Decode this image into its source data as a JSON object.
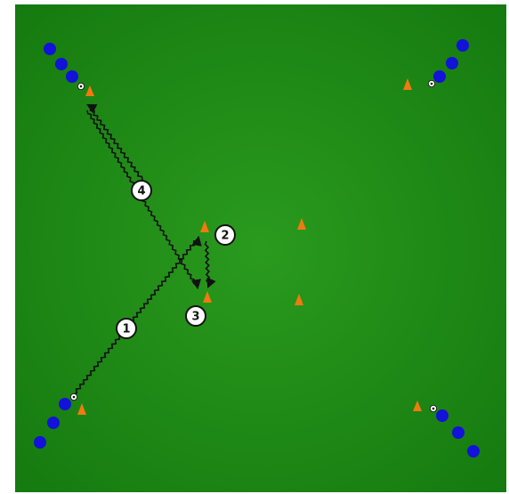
{
  "drill": {
    "colors": {
      "pitch_center": "#2a9a1e",
      "pitch_edge": "#157a0f",
      "player": "#1212d8",
      "cone": "#f07a10",
      "path": "#111111",
      "marker_fill": "#ffffff",
      "marker_stroke": "#111111"
    },
    "icons": {
      "player": "player-dot-icon",
      "cone": "cone-icon",
      "ball": "soccer-ball-icon"
    },
    "step_labels": [
      "1",
      "2",
      "3",
      "4"
    ]
  }
}
